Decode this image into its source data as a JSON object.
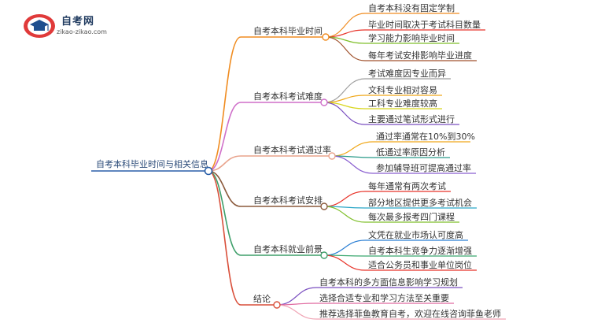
{
  "logo": {
    "title": "自考网",
    "url": "zikao-zikao.com"
  },
  "mindmap": {
    "root": "自考本科毕业时间与相关信息",
    "branches": [
      {
        "label": "自考本科毕业时间",
        "color": "#f08c20",
        "leaves": [
          {
            "label": "自考本科没有固定学制",
            "color": "#f08c20"
          },
          {
            "label": "毕业时间取决于考试科目数量",
            "color": "#e8342a"
          },
          {
            "label": "学习能力影响毕业时间",
            "color": "#7fbf2a"
          },
          {
            "label": "每年考试安排影响毕业进度",
            "color": "#a0522d"
          }
        ]
      },
      {
        "label": "自考本科考试难度",
        "color": "#cf6fc9",
        "leaves": [
          {
            "label": "考试难度因专业而异",
            "color": "#9e9e9e"
          },
          {
            "label": "文科专业相对容易",
            "color": "#f0a81a"
          },
          {
            "label": "工科专业难度较高",
            "color": "#d8d51c"
          },
          {
            "label": "主要通过笔试形式进行",
            "color": "#7a4fc0"
          }
        ]
      },
      {
        "label": "自考本科考试通过率",
        "color": "#e9a38c",
        "leaves": [
          {
            "label": "通过率通常在10%到30%",
            "color": "#f0a81a"
          },
          {
            "label": "低通过率原因分析",
            "color": "#2b9b8a"
          },
          {
            "label": "参加辅导班可提高通过率",
            "color": "#8a5fd0"
          }
        ]
      },
      {
        "label": "自考本科考试安排",
        "color": "#8b5a3c",
        "leaves": [
          {
            "label": "每年通常有两次考试",
            "color": "#e8342a"
          },
          {
            "label": "部分地区提供更多考试机会",
            "color": "#2aa6c7"
          },
          {
            "label": "每次最多报考四门课程",
            "color": "#7fbf2a"
          }
        ]
      },
      {
        "label": "自考本科就业前景",
        "color": "#3e9f6a",
        "leaves": [
          {
            "label": "文凭在就业市场认可度高",
            "color": "#2b7fd4"
          },
          {
            "label": "自考本科生竞争力逐渐增强",
            "color": "#3aa86f"
          },
          {
            "label": "适合公务员和事业单位岗位",
            "color": "#e8342a"
          }
        ]
      },
      {
        "label": "结论",
        "color": "#d94f3a",
        "leaves": [
          {
            "label": "自考本科的多方面信息影响学习规划",
            "color": "#7a4fc0"
          },
          {
            "label": "选择合适专业和学习方法至关重要",
            "color": "#e06aa0"
          },
          {
            "label": "推荐选择菲鱼教育自考，欢迎在线咨询菲鱼老师",
            "color": "#f0a5b5"
          }
        ]
      }
    ]
  }
}
